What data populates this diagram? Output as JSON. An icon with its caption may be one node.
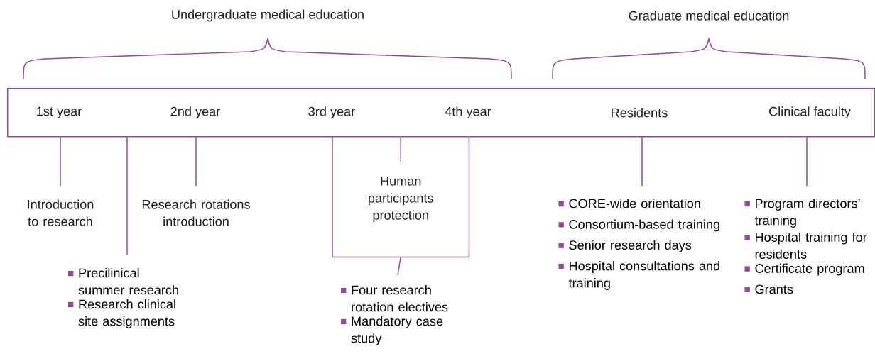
{
  "diagram": {
    "nodes": [
      {
        "text": [],
        "shape": "box"
      },
      {
        "text": [
          "1st year"
        ],
        "in": 0
      },
      {
        "text": [
          "2nd year"
        ],
        "in": 0
      },
      {
        "text": [
          "3rd year"
        ],
        "in": 0
      },
      {
        "text": [
          "4th year"
        ],
        "in": 0
      },
      {
        "text": [
          "Residents"
        ],
        "in": 0
      },
      {
        "text": [
          "Clinical faculty"
        ],
        "in": 0
      },
      {
        "text": [
          "Introduction to research"
        ]
      },
      {
        "text": [
          "Precilinical summer research",
          "Research clinical site assignments"
        ]
      },
      {
        "text": [
          "Research rotations introduction"
        ]
      },
      {
        "text": [
          "Human participants protection"
        ]
      },
      {
        "text": [
          "Four research rotation electives",
          "Mandatory case study"
        ]
      },
      {
        "text": [
          "CORE-wide orientation",
          "Consortium-based training",
          "Senior research days",
          "Hospital consultations and training"
        ]
      },
      {
        "text": [
          "Program directors’ training",
          "Hospital training for residents",
          "Certificate program",
          "Grants"
        ]
      }
    ],
    "edges": [
      {
        "from": 0,
        "to": 7,
        "arrow": "none"
      },
      {
        "from": 0,
        "to": 8,
        "arrow": "none"
      },
      {
        "from": 0,
        "to": 9,
        "arrow": "none"
      },
      {
        "from": 10,
        "to": 11,
        "arrow": "none"
      },
      {
        "from": 0,
        "to": 12,
        "arrow": "none"
      },
      {
        "from": 0,
        "to": 13,
        "arrow": "none"
      }
    ],
    "labels": [
      "Undergraduate medical education",
      "Graduate medical education"
    ]
  }
}
